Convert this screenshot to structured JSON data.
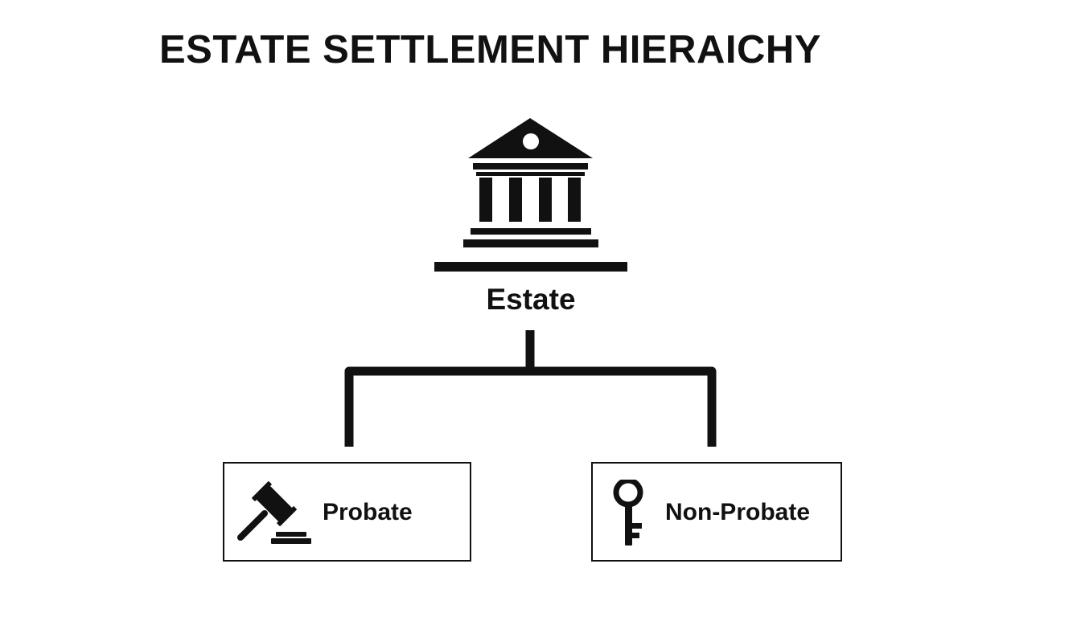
{
  "diagram": {
    "title": "ESTATE SETTLEMENT HIERAICHY",
    "root": {
      "label": "Estate",
      "icon": "courthouse-icon"
    },
    "children": [
      {
        "label": "Probate",
        "icon": "gavel-icon"
      },
      {
        "label": "Non-Probate",
        "icon": "key-icon"
      }
    ],
    "colors": {
      "ink": "#111111",
      "background": "#ffffff"
    }
  }
}
